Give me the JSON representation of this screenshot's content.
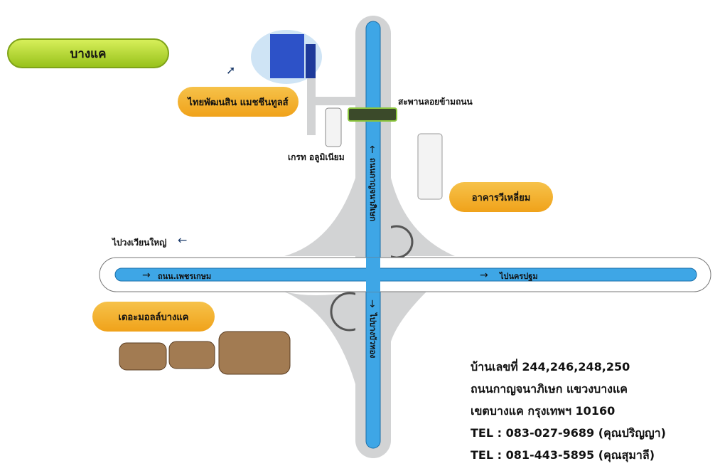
{
  "title": "บางแค",
  "places": {
    "thai_pattanasin": "ไทยพัฒนสิน แมชชีนทูลส์",
    "skywalk": "สะพานลอยข้ามถนน",
    "great_aluminium": "เกรท อลูมิเนียม",
    "v_building": "อาคารวีเหลี่ยม",
    "the_mall": "เดอะมอลล์บางแค"
  },
  "roads": {
    "kanchanaphisek": "ถนนกาญจนาภิเษก",
    "to_bangbuathong": "ไปบางบัวทอง",
    "phetkasem": "ถนน.เพชรเกษม",
    "to_nakhonpathom": "ไปนครปฐม",
    "to_wongwianyai": "ไปวงเวียนใหญ่"
  },
  "address": [
    "บ้านเลขที่ 244,246,248,250",
    "ถนนกาญจนาภิเษก แขวงบางแค",
    "เขตบางแค กรุงเทพฯ 10160",
    "TEL : 083-027-9689 (คุณปริญญา)",
    "TEL : 081-443-5895 (คุณสุมาลี)"
  ]
}
